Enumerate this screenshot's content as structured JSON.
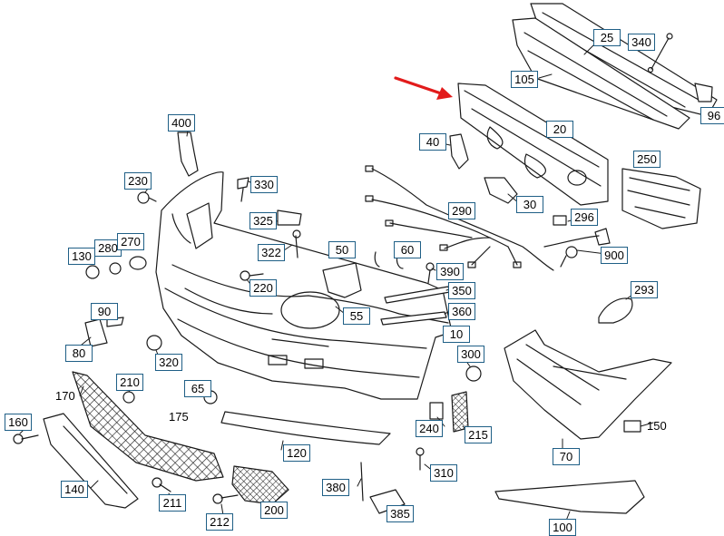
{
  "diagram": {
    "callouts": [
      {
        "id": "c25",
        "text": "25",
        "boxed": true
      },
      {
        "id": "c340",
        "text": "340",
        "boxed": true
      },
      {
        "id": "c105",
        "text": "105",
        "boxed": true
      },
      {
        "id": "c96",
        "text": "96",
        "boxed": true
      },
      {
        "id": "c400",
        "text": "400",
        "boxed": true
      },
      {
        "id": "c20",
        "text": "20",
        "boxed": true
      },
      {
        "id": "c40",
        "text": "40",
        "boxed": true
      },
      {
        "id": "c250",
        "text": "250",
        "boxed": true
      },
      {
        "id": "c230",
        "text": "230",
        "boxed": true
      },
      {
        "id": "c330",
        "text": "330",
        "boxed": true
      },
      {
        "id": "c30",
        "text": "30",
        "boxed": true
      },
      {
        "id": "c290",
        "text": "290",
        "boxed": true
      },
      {
        "id": "c296",
        "text": "296",
        "boxed": true
      },
      {
        "id": "c325",
        "text": "325",
        "boxed": true
      },
      {
        "id": "c130",
        "text": "130",
        "boxed": true
      },
      {
        "id": "c280",
        "text": "280",
        "boxed": true
      },
      {
        "id": "c270",
        "text": "270",
        "boxed": true
      },
      {
        "id": "c322",
        "text": "322",
        "boxed": true
      },
      {
        "id": "c50",
        "text": "50",
        "boxed": true
      },
      {
        "id": "c60",
        "text": "60",
        "boxed": true
      },
      {
        "id": "c900",
        "text": "900",
        "boxed": true
      },
      {
        "id": "c390",
        "text": "390",
        "boxed": true
      },
      {
        "id": "c220",
        "text": "220",
        "boxed": true
      },
      {
        "id": "c350",
        "text": "350",
        "boxed": true
      },
      {
        "id": "c293",
        "text": "293",
        "boxed": true
      },
      {
        "id": "c90",
        "text": "90",
        "boxed": true
      },
      {
        "id": "c55",
        "text": "55",
        "boxed": true
      },
      {
        "id": "c360",
        "text": "360",
        "boxed": true
      },
      {
        "id": "c10",
        "text": "10",
        "boxed": true
      },
      {
        "id": "c80",
        "text": "80",
        "boxed": true
      },
      {
        "id": "c320",
        "text": "320",
        "boxed": true
      },
      {
        "id": "c300",
        "text": "300",
        "boxed": true
      },
      {
        "id": "c210",
        "text": "210",
        "boxed": true
      },
      {
        "id": "c65",
        "text": "65",
        "boxed": true
      },
      {
        "id": "c170",
        "text": "170",
        "boxed": false
      },
      {
        "id": "c160",
        "text": "160",
        "boxed": true
      },
      {
        "id": "c175",
        "text": "175",
        "boxed": false
      },
      {
        "id": "c240",
        "text": "240",
        "boxed": true
      },
      {
        "id": "c215",
        "text": "215",
        "boxed": true
      },
      {
        "id": "c150",
        "text": "150",
        "boxed": false
      },
      {
        "id": "c120",
        "text": "120",
        "boxed": true
      },
      {
        "id": "c70",
        "text": "70",
        "boxed": true
      },
      {
        "id": "c310",
        "text": "310",
        "boxed": true
      },
      {
        "id": "c140",
        "text": "140",
        "boxed": true
      },
      {
        "id": "c211",
        "text": "211",
        "boxed": true
      },
      {
        "id": "c380",
        "text": "380",
        "boxed": true
      },
      {
        "id": "c200",
        "text": "200",
        "boxed": true
      },
      {
        "id": "c212",
        "text": "212",
        "boxed": true
      },
      {
        "id": "c385",
        "text": "385",
        "boxed": true
      },
      {
        "id": "c100",
        "text": "100",
        "boxed": true
      }
    ]
  },
  "colors": {
    "line": "#1a1a1a",
    "callout_border": "#1f5f86",
    "highlight_arrow": "#e21b1b",
    "background": "#ffffff"
  }
}
